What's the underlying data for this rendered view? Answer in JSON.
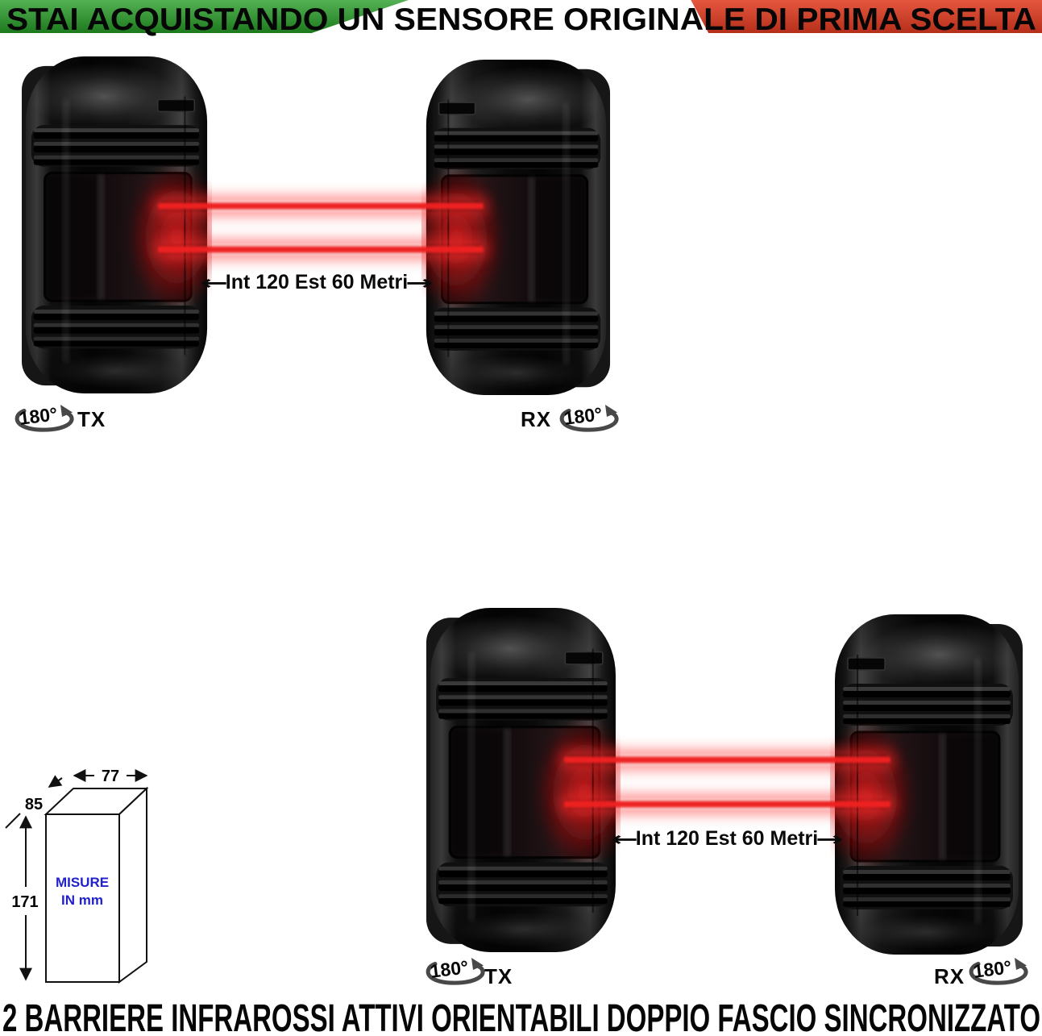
{
  "banner": {
    "text": "STAI ACQUISTANDO UN SENSORE ORIGINALE DI PRIMA SCELTA"
  },
  "caption": {
    "text": "2 BARRIERE INFRAROSSI ATTIVI ORIENTABILI DOPPIO FASCIO SINCRONIZZATO"
  },
  "scenes": [
    {
      "beam_label": "Int 120 Est 60 Metri",
      "tx_label": "TX",
      "rx_label": "RX",
      "tx_rotation": "180°",
      "rx_rotation": "180°"
    },
    {
      "beam_label": "Int 120 Est 60 Metri",
      "tx_label": "TX",
      "rx_label": "RX",
      "tx_rotation": "180°",
      "rx_rotation": "180°"
    }
  ],
  "dimension_diagram": {
    "width_mm": "77",
    "depth_mm": "85",
    "height_mm": "171",
    "note_line1": "MISURE",
    "note_line2": "IN mm"
  },
  "icons": {
    "arrow_left": "←",
    "arrow_right": "→"
  },
  "colors": {
    "flag_green": "#249b24",
    "flag_red": "#e23b20",
    "beam": "#ee2121",
    "note_blue": "#2121cc"
  }
}
